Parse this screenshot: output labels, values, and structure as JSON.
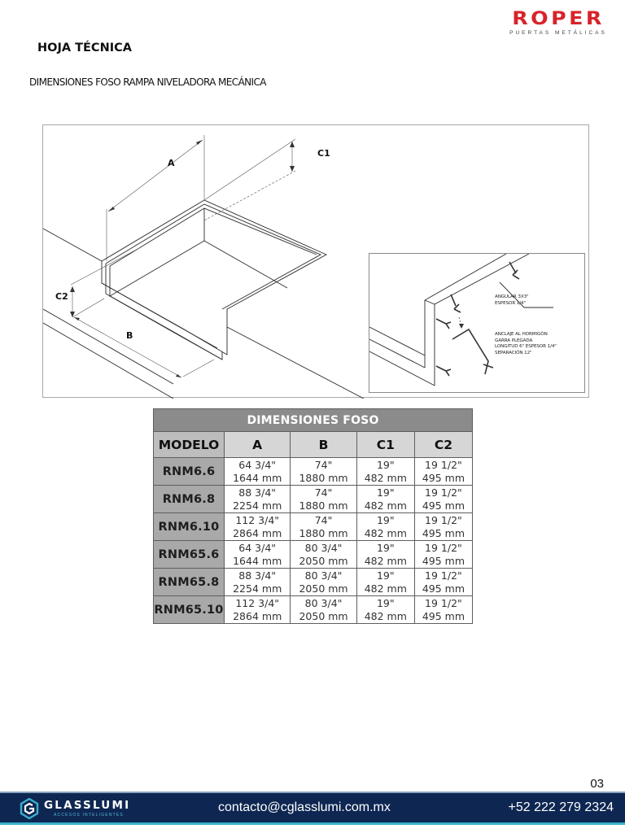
{
  "brand": {
    "name": "ROPER",
    "tagline": "PUERTAS METÁLICAS",
    "color": "#d8232a"
  },
  "header": {
    "title": "HOJA TÉCNICA",
    "subtitle": "DIMENSIONES FOSO RAMPA NIVELADORA MECÁNICA"
  },
  "figure": {
    "labels": {
      "a": "A",
      "b": "B",
      "c1": "C1",
      "c2": "C2"
    },
    "inset_notes": {
      "angular_line1": "ANGULAR 3X3\"",
      "angular_line2": "ESPESOR 1/4\"",
      "anclaje_line1": "ANCLAJE AL HORMIGÓN",
      "anclaje_line2": "GARRA PLEGADA",
      "anclaje_line3": "LONGITUD 6\" ESPESOR 1/4\"",
      "anclaje_line4": "SEPARACIÓN 12\""
    }
  },
  "table": {
    "title": "DIMENSIONES FOSO",
    "columns": [
      "MODELO",
      "A",
      "B",
      "C1",
      "C2"
    ],
    "rows": [
      {
        "model": "RNM6.6",
        "a": [
          "64 3/4\"",
          "1644 mm"
        ],
        "b": [
          "74\"",
          "1880 mm"
        ],
        "c1": [
          "19\"",
          "482 mm"
        ],
        "c2": [
          "19 1/2\"",
          "495 mm"
        ]
      },
      {
        "model": "RNM6.8",
        "a": [
          "88 3/4\"",
          "2254 mm"
        ],
        "b": [
          "74\"",
          "1880 mm"
        ],
        "c1": [
          "19\"",
          "482 mm"
        ],
        "c2": [
          "19 1/2\"",
          "495 mm"
        ]
      },
      {
        "model": "RNM6.10",
        "a": [
          "112 3/4\"",
          "2864 mm"
        ],
        "b": [
          "74\"",
          "1880 mm"
        ],
        "c1": [
          "19\"",
          "482 mm"
        ],
        "c2": [
          "19 1/2\"",
          "495 mm"
        ]
      },
      {
        "model": "RNM65.6",
        "a": [
          "64 3/4\"",
          "1644 mm"
        ],
        "b": [
          "80 3/4\"",
          "2050 mm"
        ],
        "c1": [
          "19\"",
          "482 mm"
        ],
        "c2": [
          "19 1/2\"",
          "495 mm"
        ]
      },
      {
        "model": "RNM65.8",
        "a": [
          "88 3/4\"",
          "2254 mm"
        ],
        "b": [
          "80 3/4\"",
          "2050 mm"
        ],
        "c1": [
          "19\"",
          "482 mm"
        ],
        "c2": [
          "19 1/2\"",
          "495 mm"
        ]
      },
      {
        "model": "RNM65.10",
        "a": [
          "112 3/4\"",
          "2864 mm"
        ],
        "b": [
          "80 3/4\"",
          "2050 mm"
        ],
        "c1": [
          "19\"",
          "482 mm"
        ],
        "c2": [
          "19 1/2\"",
          "495 mm"
        ]
      }
    ]
  },
  "page_number": "03",
  "footer": {
    "company": "GLASSLUMI",
    "company_tagline": "ACCESOS INTELIGENTES",
    "email": "contacto@cglasslumi.com.mx",
    "phone": "+52 222 279 2324",
    "bg_color": "#0e2752",
    "accent_color": "#3bb0cc"
  }
}
